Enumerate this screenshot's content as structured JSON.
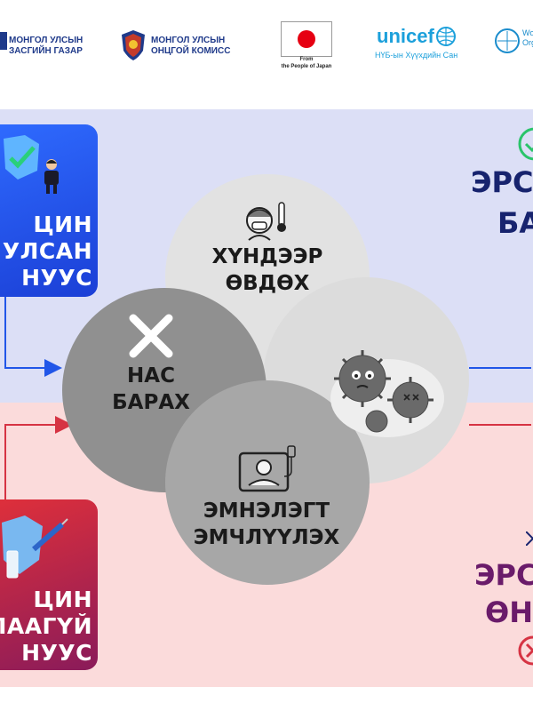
{
  "header": {
    "logo1_line1": "МОНГОЛ УЛСЫН",
    "logo1_line2": "ЗАСГИЙН ГАЗАР",
    "logo2_line1": "МОНГОЛ УЛСЫН",
    "logo2_line2": "ОНЦГОЙ КОМИСС",
    "japan_from": "From",
    "japan_people": "the People of Japan",
    "unicef_name": "unicef",
    "unicef_sub": "НҮБ-ын Хүүхдийн Сан",
    "who_partial": "Wo Org"
  },
  "vaccinated_card": {
    "line1": "ЦИН",
    "line2": "УЛСАН",
    "line3": "НУУС"
  },
  "unvaccinated_card": {
    "line1": "ЦИН",
    "line2": "ЛААГҮЙ",
    "line3": "НУУС"
  },
  "circles": {
    "severe_line1": "ХҮНДЭЭР",
    "severe_line2": "ӨВДӨХ",
    "death_line1": "НАС",
    "death_line2": "БАРАХ",
    "hospital_line1": "ЭМНЭЛЭГТ",
    "hospital_line2": "ЭМЧЛҮҮЛЭХ"
  },
  "right_top": {
    "line1": "ЭРС",
    "line2": "БА"
  },
  "right_bottom": {
    "line1": "ЭРС",
    "line2": "ӨНД"
  },
  "colors": {
    "blue": "#2156e8",
    "red": "#d63343",
    "band_blue": "#dcdff6",
    "band_red": "#fbdbdb"
  }
}
